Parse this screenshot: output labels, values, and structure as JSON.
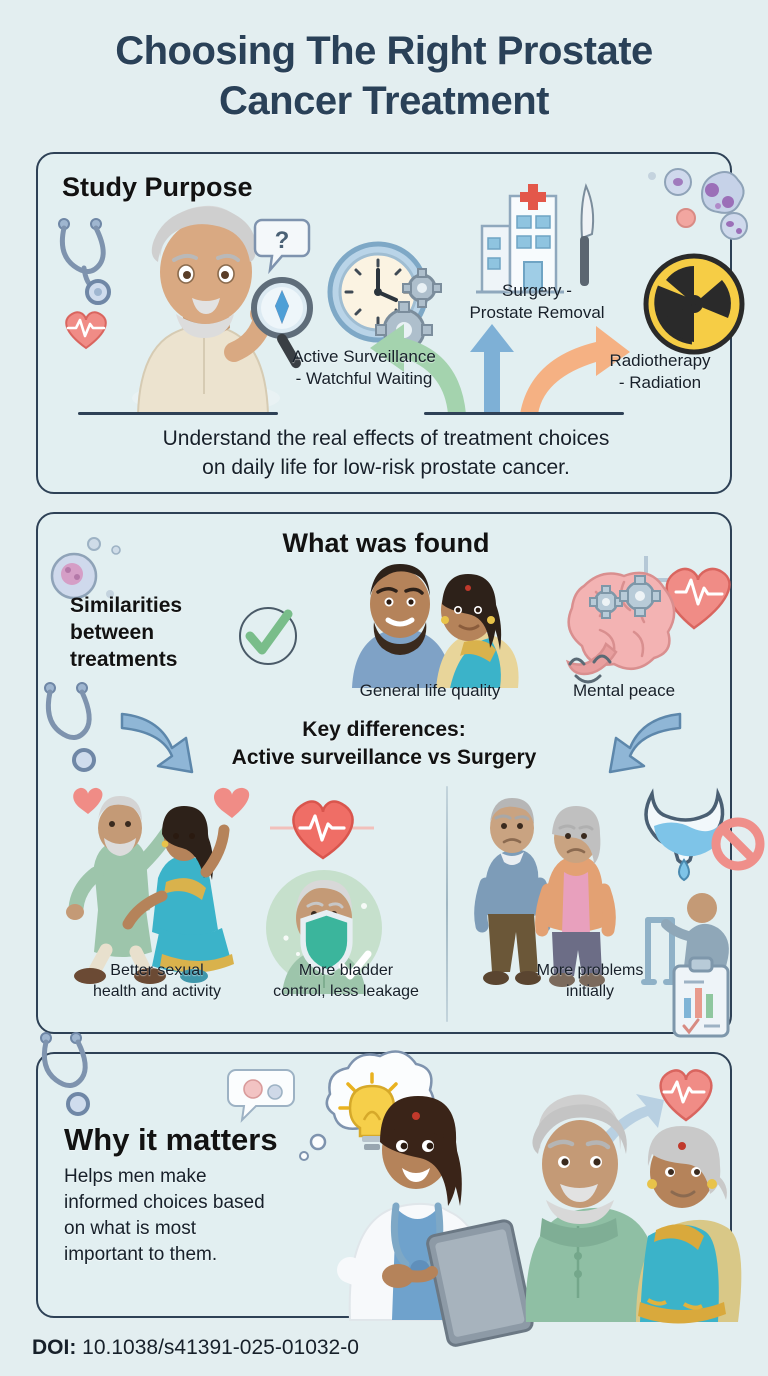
{
  "title": {
    "line1": "Choosing The Right Prostate",
    "line2": "Cancer Treatment"
  },
  "colors": {
    "background": "#e3eef0",
    "title_navy": "#2a4158",
    "panel_border": "#2e4156",
    "arrow_green": "#a4d3ae",
    "arrow_blue": "#7eb0d6",
    "arrow_orange": "#f5b183",
    "radiation_yellow": "#f7cf46",
    "heart_red": "#ef6e66",
    "check_green": "#7cc08a",
    "kurta_green": "#9dc5ab",
    "saree_teal": "#3bb3c9"
  },
  "panels": {
    "purpose": {
      "heading": "Study Purpose",
      "options": [
        {
          "id": "active-surveillance",
          "label": "Active Surveillance\n- Watchful Waiting",
          "line1": "Active Surveillance",
          "line2": "- Watchful Waiting"
        },
        {
          "id": "surgery",
          "label": "Surgery -\nProstate Removal",
          "line1": "Surgery -",
          "line2": "Prostate Removal"
        },
        {
          "id": "radiotherapy",
          "label": "Radiotherapy\n- Radiation",
          "line1": "Radiotherapy",
          "line2": "- Radiation"
        }
      ],
      "summary_line1": "Understand the real effects of treatment choices",
      "summary_line2": "on daily life for low-risk prostate cancer.",
      "icons": [
        "stethoscope-icon",
        "heartbeat-icon",
        "thinking-man-illustration",
        "question-bubble-icon",
        "magnifying-glass-icon",
        "clock-icon",
        "gear-icon",
        "hospital-icon",
        "scalpel-icon",
        "radiation-icon",
        "cell-icon"
      ]
    },
    "found": {
      "heading": "What was found",
      "similarities_label_line1": "Similarities",
      "similarities_label_line2": "between",
      "similarities_label_line3": "treatments",
      "similarities": [
        {
          "id": "general-life-quality",
          "caption": "General life quality",
          "icon": "couple-illustration"
        },
        {
          "id": "mental-peace",
          "caption": "Mental peace",
          "icon": "brain-gears-icon"
        }
      ],
      "differences_heading_line1": "Key differences:",
      "differences_heading_line2": "Active surveillance vs Surgery",
      "left_group": [
        {
          "id": "sexual-health",
          "caption_line1": "Better sexual",
          "caption_line2": "health and activity",
          "icon": "dancing-couple-illustration"
        },
        {
          "id": "bladder-control",
          "caption_line1": "More bladder",
          "caption_line2": "control, less leakage",
          "icon": "shielded-man-icon"
        }
      ],
      "right_group": [
        {
          "id": "more-problems",
          "caption_line1": "More problems",
          "caption_line2": "initially",
          "icon": "sad-elderly-couple-illustration"
        }
      ],
      "icons": [
        "check-circle-icon",
        "stethoscope-icon",
        "heartbeat-icon",
        "bladder-leak-icon",
        "no-entry-icon",
        "walker-icon",
        "clipboard-chart-icon",
        "arrow-left-icon",
        "arrow-right-icon"
      ]
    },
    "why": {
      "heading": "Why it matters",
      "body_line1": "Helps men make",
      "body_line2": "informed choices based",
      "body_line3": "on what is most",
      "body_line4": "important to them.",
      "icons": [
        "doctor-with-tablet-illustration",
        "lightbulb-thought-icon",
        "elderly-couple-illustration",
        "heartbeat-icon",
        "arrow-up-icon",
        "stethoscope-icon"
      ]
    }
  },
  "footer": {
    "doi_label": "DOI:",
    "doi_value": "10.1038/s41391-025-01032-0"
  }
}
